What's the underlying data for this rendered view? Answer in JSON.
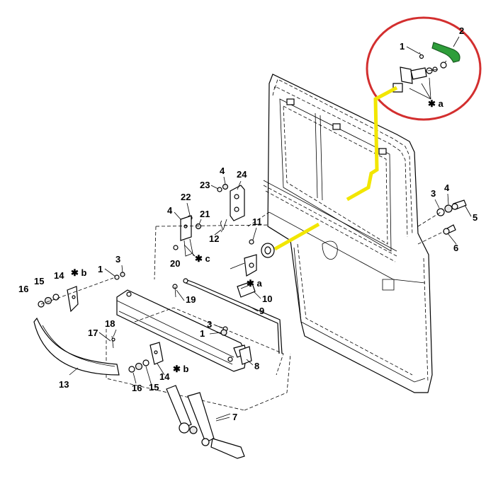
{
  "diagram": {
    "callouts": [
      {
        "id": "c1a",
        "text": "1"
      },
      {
        "id": "c2",
        "text": "2"
      },
      {
        "id": "c_star_a_top",
        "text": "✱ a"
      },
      {
        "id": "c3a",
        "text": "3"
      },
      {
        "id": "c4a",
        "text": "4"
      },
      {
        "id": "c5",
        "text": "5"
      },
      {
        "id": "c6",
        "text": "6"
      },
      {
        "id": "c23",
        "text": "23"
      },
      {
        "id": "c4b",
        "text": "4"
      },
      {
        "id": "c24",
        "text": "24"
      },
      {
        "id": "c22",
        "text": "22"
      },
      {
        "id": "c4c",
        "text": "4"
      },
      {
        "id": "c21",
        "text": "21"
      },
      {
        "id": "c12",
        "text": "12"
      },
      {
        "id": "c11",
        "text": "11"
      },
      {
        "id": "c_star_c",
        "text": "✱ c"
      },
      {
        "id": "c20",
        "text": "20"
      },
      {
        "id": "c1b",
        "text": "1"
      },
      {
        "id": "c3b",
        "text": "3"
      },
      {
        "id": "c_star_a_mid",
        "text": "✱ a"
      },
      {
        "id": "c19",
        "text": "19"
      },
      {
        "id": "c10",
        "text": "10"
      },
      {
        "id": "c9",
        "text": "9"
      },
      {
        "id": "c15a",
        "text": "15"
      },
      {
        "id": "c14a",
        "text": "14"
      },
      {
        "id": "c_star_b_left",
        "text": "✱ b"
      },
      {
        "id": "c16a",
        "text": "16"
      },
      {
        "id": "c18",
        "text": "18"
      },
      {
        "id": "c17",
        "text": "17"
      },
      {
        "id": "c3c",
        "text": "3"
      },
      {
        "id": "c1c",
        "text": "1"
      },
      {
        "id": "c8",
        "text": "8"
      },
      {
        "id": "c_star_b_mid",
        "text": "✱ b"
      },
      {
        "id": "c14b",
        "text": "14"
      },
      {
        "id": "c15b",
        "text": "15"
      },
      {
        "id": "c16b",
        "text": "16"
      },
      {
        "id": "c13",
        "text": "13"
      },
      {
        "id": "c7",
        "text": "7"
      }
    ],
    "colors": {
      "highlight_circle": "#d32f2f",
      "highlight_part": "#2e9e3a",
      "leader_yellow": "#f2e600"
    }
  }
}
